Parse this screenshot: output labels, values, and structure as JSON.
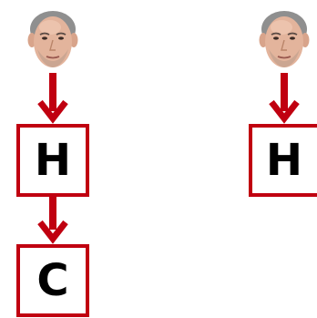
{
  "colors": {
    "accent": "#c00010",
    "node_fill": "#ffffff",
    "label": "#000000",
    "skin": "#e3b49c",
    "hair": "#8c8c8c"
  },
  "figures": [
    {
      "avatar_icon": "bald-man-face-icon",
      "nodes": [
        {
          "label": "H"
        },
        {
          "label": "C"
        }
      ]
    },
    {
      "avatar_icon": "bald-man-face-icon",
      "nodes": [
        {
          "label": "H"
        }
      ]
    }
  ]
}
